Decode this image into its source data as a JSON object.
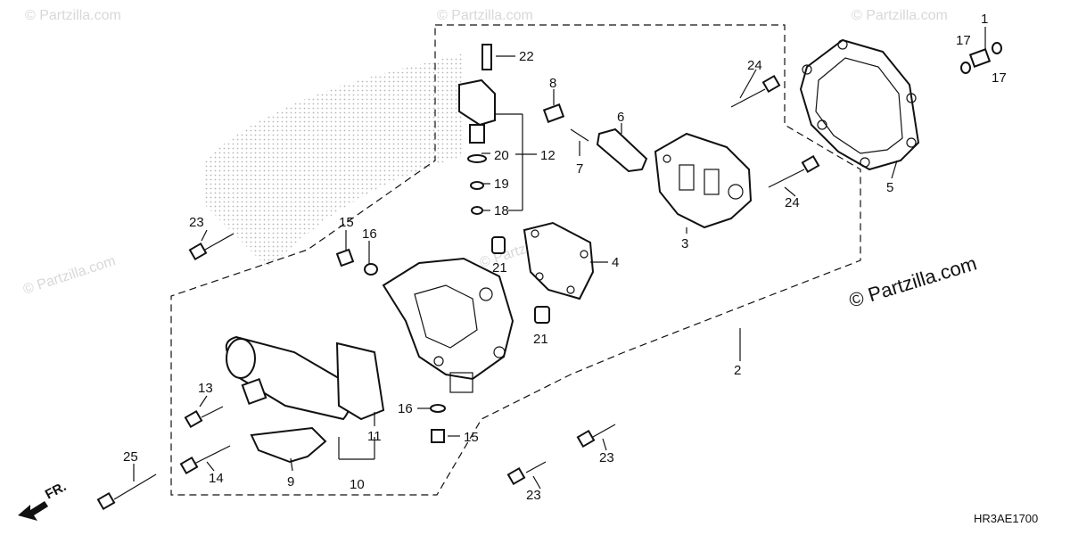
{
  "diagram": {
    "watermark": "© Partzilla.com",
    "brand": "© Partzilla.com",
    "code": "HR3AE1700",
    "front_label": "FR.",
    "callouts": {
      "c1": "1",
      "c2": "2",
      "c3": "3",
      "c4": "4",
      "c5": "5",
      "c6": "6",
      "c7": "7",
      "c8": "8",
      "c9": "9",
      "c10": "10",
      "c11": "11",
      "c12": "12",
      "c13": "13",
      "c14": "14",
      "c15a": "15",
      "c15b": "15",
      "c16a": "16",
      "c16b": "16",
      "c17a": "17",
      "c17b": "17",
      "c18": "18",
      "c19": "19",
      "c20": "20",
      "c21a": "21",
      "c21b": "21",
      "c22": "22",
      "c23a": "23",
      "c23b": "23",
      "c23c": "23",
      "c24a": "24",
      "c24b": "24",
      "c25": "25"
    }
  }
}
